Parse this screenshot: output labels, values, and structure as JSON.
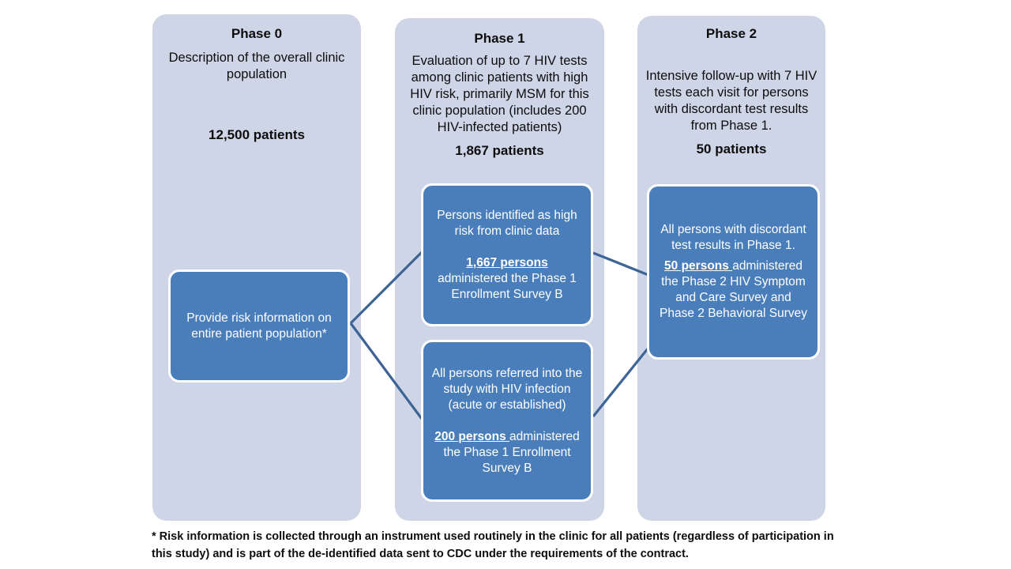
{
  "diagram": {
    "title": "HIV Study Phase Flow Diagram",
    "colors": {
      "column_background": "#ced5e7",
      "process_box": "#4a7ebb",
      "process_box_border": "#ffffff",
      "connector_line": "#3d6495",
      "page_background": "#ffffff",
      "text_dark": "#0d0d0d",
      "text_light": "#ffffff"
    },
    "columns": [
      {
        "id": "phase-0",
        "title": "Phase 0",
        "description": "Description of the overall clinic population",
        "count": "12,500 patients"
      },
      {
        "id": "phase-1",
        "title": "Phase 1",
        "description": "Evaluation of up to 7 HIV tests among clinic patients with high HIV risk, primarily MSM for this clinic population (includes 200 HIV-infected patients)",
        "count": "1,867 patients"
      },
      {
        "id": "phase-2",
        "title": "Phase 2",
        "description": "Intensive follow-up with 7 HIV tests each visit for persons with discordant test results from Phase 1.",
        "count": "50 patients"
      }
    ],
    "boxes": {
      "phase0": {
        "line1": "Provide risk information on entire patient population*"
      },
      "phase1_top": {
        "line1": "Persons identified as high risk from clinic data",
        "emphasis": "1,667 persons",
        "line2": "administered the Phase 1",
        "line3": "Enrollment Survey B"
      },
      "phase1_bottom": {
        "line1": "All persons  referred into the study  with HIV infection (acute or established)",
        "emphasis": "200 persons ",
        "line2": "administered the Phase 1 Enrollment Survey B"
      },
      "phase2": {
        "line1": "All persons with discordant test results in Phase 1.",
        "emphasis": "50 persons ",
        "line2": "administered the Phase 2 HIV Symptom and Care Survey and Phase 2 Behavioral Survey"
      }
    },
    "footnote": "* Risk information is collected through an instrument used routinely in the clinic for all patients (regardless of participation in this study) and is part of the de-identified data sent to CDC under the requirements of the contract."
  }
}
